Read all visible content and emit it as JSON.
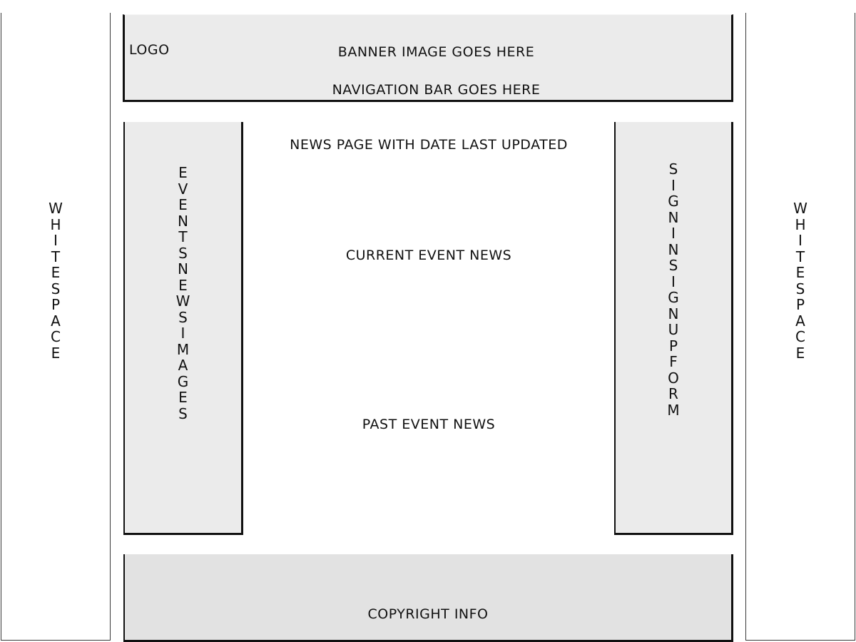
{
  "left_whitespace": {
    "label": "WHITESPACE"
  },
  "right_whitespace": {
    "label": "WHITESPACE"
  },
  "header": {
    "logo": "LOGO",
    "banner": "BANNER IMAGE GOES HERE",
    "navigation": "NAVIGATION BAR GOES HERE"
  },
  "left_panel": {
    "label": "EVENTSNEWSIMAGES"
  },
  "right_panel": {
    "label": "SIGNINSIGNUPFORM"
  },
  "main": {
    "page_title": "NEWS PAGE WITH DATE LAST UPDATED",
    "current_news": "CURRENT EVENT NEWS",
    "past_news": "PAST EVENT NEWS"
  },
  "footer": {
    "copyright": "COPYRIGHT INFO"
  }
}
